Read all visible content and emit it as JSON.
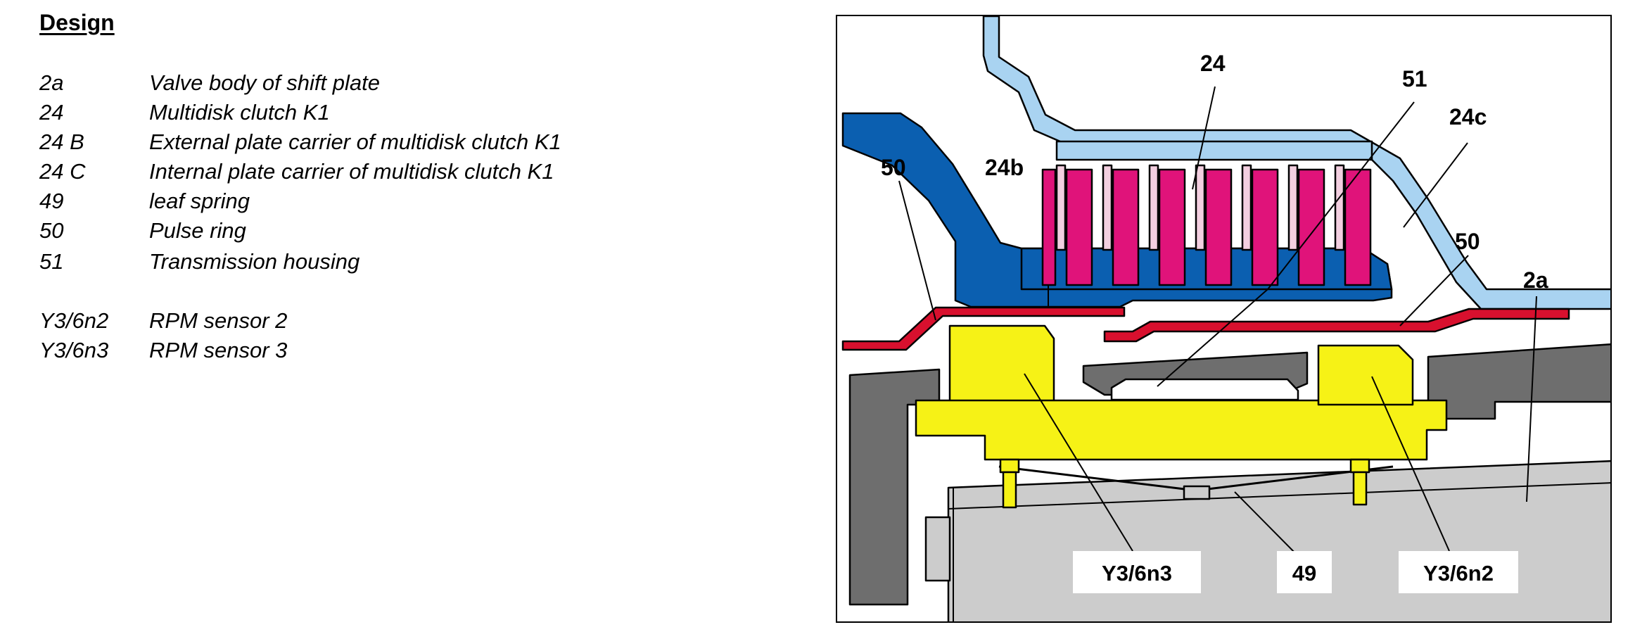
{
  "heading": "Design",
  "legend": [
    {
      "code": "2a",
      "desc": "Valve body of shift plate"
    },
    {
      "code": "24",
      "desc": "Multidisk clutch K1"
    },
    {
      "code": "24 B",
      "desc": "External plate carrier of multidisk clutch K1"
    },
    {
      "code": "24 C",
      "desc": "Internal plate carrier of multidisk clutch K1"
    },
    {
      "code": "49",
      "desc": "leaf spring"
    },
    {
      "code": "50",
      "desc": "Pulse ring"
    },
    {
      "code": "51",
      "desc": "Transmission housing"
    },
    {
      "code": "Y3/6n2",
      "desc": "RPM sensor 2"
    },
    {
      "code": "Y3/6n3",
      "desc": "RPM sensor 3"
    }
  ],
  "diagram": {
    "callouts": {
      "c24": "24",
      "c51": "51",
      "c24b": "24b",
      "c24c": "24c",
      "c50_left": "50",
      "c50_right": "50",
      "c2a": "2a"
    },
    "boxes": {
      "sensor3": "Y3/6n3",
      "spring": "49",
      "sensor2": "Y3/6n2"
    },
    "colors": {
      "dark_blue": "#0b5fb0",
      "light_blue": "#a9d3f1",
      "magenta": "#e0137a",
      "pale_pink": "#f3cfe0",
      "red": "#d8102e",
      "yellow": "#f6f216",
      "dark_gray": "#6e6e6e",
      "light_gray": "#cccccc"
    }
  }
}
